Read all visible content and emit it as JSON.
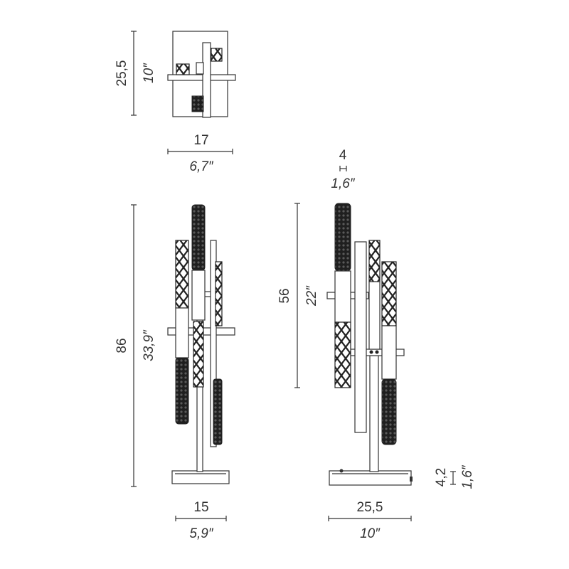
{
  "wall_lamp": {
    "height": {
      "metric": "25,5",
      "inch": "10″"
    },
    "width": {
      "metric": "17",
      "inch": "6,7″"
    }
  },
  "table_lamp_front": {
    "height": {
      "metric": "86",
      "inch": "33,9″"
    },
    "width": {
      "metric": "15",
      "inch": "5,9″"
    }
  },
  "table_lamp_side": {
    "module_width": {
      "metric": "4",
      "inch": "1,6″"
    },
    "height": {
      "metric": "56",
      "inch": "22″"
    },
    "base_height": {
      "metric": "4,2",
      "inch": "1,6″"
    },
    "width": {
      "metric": "25,5",
      "inch": "10″"
    }
  },
  "colors": {
    "line": "#333333",
    "shade_dark": "#2a2a2a",
    "background": "#ffffff"
  }
}
